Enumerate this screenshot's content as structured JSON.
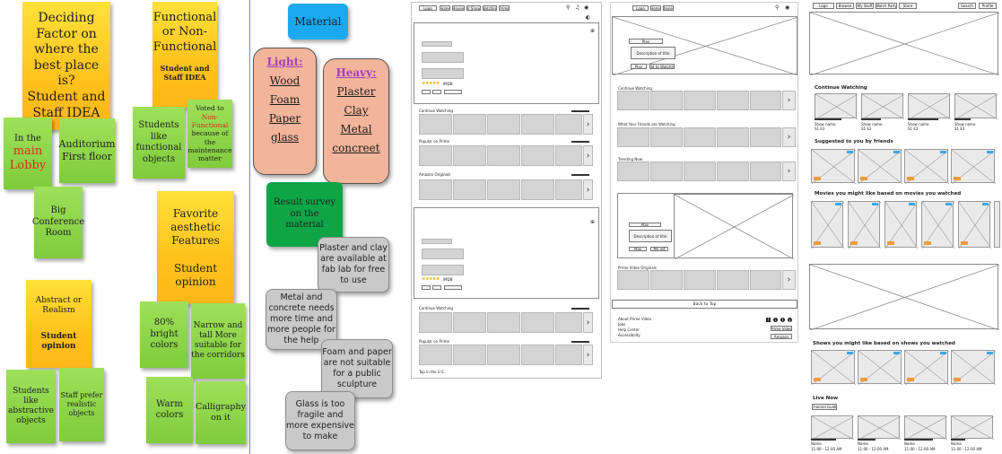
{
  "board": {
    "deciding_factor": {
      "title": "Deciding Factor on where the best place is?",
      "subtitle": "Student and Staff IDEA",
      "notes": [
        {
          "pre": "In the",
          "highlight": "main Lobby"
        },
        {
          "text": "Auditorium First floor"
        },
        {
          "text": "Big Conference Room"
        }
      ]
    },
    "functional": {
      "title": "Functional or Non-Functional",
      "subtitle": "Student and Staff IDEA",
      "notes": [
        {
          "text": "Students like functional objects"
        },
        {
          "pre": "Voted to",
          "highlight": "Non-Functional",
          "post": "because of the maintenance matter"
        }
      ]
    },
    "abstract": {
      "title": "Abstract or Realism",
      "subtitle": "Student opinion",
      "notes": [
        {
          "text": "Students like abstractive objects"
        },
        {
          "text": "Staff prefer realistic objects"
        }
      ]
    },
    "aesthetic": {
      "title": "Favorite aesthetic Features",
      "subtitle": "Student opinion",
      "notes": [
        {
          "text": "80% bright colors"
        },
        {
          "text": "Narrow and tall More suitable for the corridors"
        },
        {
          "text": "Warm colors"
        },
        {
          "text": "Calligraphy on it"
        }
      ]
    },
    "material": {
      "title": "Material",
      "light_title": "Light:",
      "light_items": [
        "Wood",
        "Foam",
        "Paper",
        "glass"
      ],
      "heavy_title": "Heavy:",
      "heavy_items": [
        "Plaster",
        "Clay",
        "Metal",
        "concreet"
      ],
      "survey": "Result survey on the material",
      "gray_notes": [
        "Plaster and clay are available at fab lab for free to use",
        "Metal and concrete needs more time and more people for the help",
        "Foam and paper are not suitable for a public sculpture",
        "Glass is too fragile and more expensive to make"
      ]
    }
  },
  "wireframe_a": {
    "nav": [
      "Logo",
      "Home",
      "Movies",
      "TV Shows",
      "Watchlist",
      "Prime"
    ],
    "hero_meta": "IMDB",
    "rows": [
      "Continue Watching",
      "Popular on Prime",
      "Amazon Originals"
    ],
    "rows2": [
      "Continue Watching",
      "Popular on Prime"
    ],
    "footer_text": "Top in the U.S."
  },
  "wireframe_b": {
    "nav": [
      "Logo",
      "Home",
      "Movies"
    ],
    "hero_buttons": [
      "Play",
      "Add to Watchlist"
    ],
    "hero_desc": "Description of title",
    "rows": [
      "Continue Watching",
      "What Your Friends are Watching",
      "Trending Now"
    ],
    "rows2": [
      "Prime Video Originals"
    ],
    "hero2_buttons": [
      "Play",
      "My list"
    ],
    "footer": {
      "back_to_top": "Back to Top",
      "links": [
        "About Prime Video",
        "Jobs",
        "Help Center",
        "Accessibility"
      ],
      "social": [
        "f",
        "i",
        "t",
        "y"
      ],
      "buttons": [
        "Prime Video",
        "Amazon"
      ]
    }
  },
  "wireframe_c": {
    "nav": [
      "Logo",
      "Browse",
      "My Stuff",
      "Watch Party",
      "Store"
    ],
    "nav_right": [
      "Search",
      "Profile"
    ],
    "continue_watching": "Continue Watching",
    "show_label": "Show name",
    "show_meta": "S1 E3",
    "suggested": "Suggested to you by friends",
    "movies_based": "Movies you might like based on movies you watched",
    "shows_based": "Shows you might like based on shows you watched",
    "live_now": "Live Now",
    "channel_guide": "Channel Guide",
    "live_label": "Name",
    "live_time": "11:00 - 12:00 AM"
  }
}
